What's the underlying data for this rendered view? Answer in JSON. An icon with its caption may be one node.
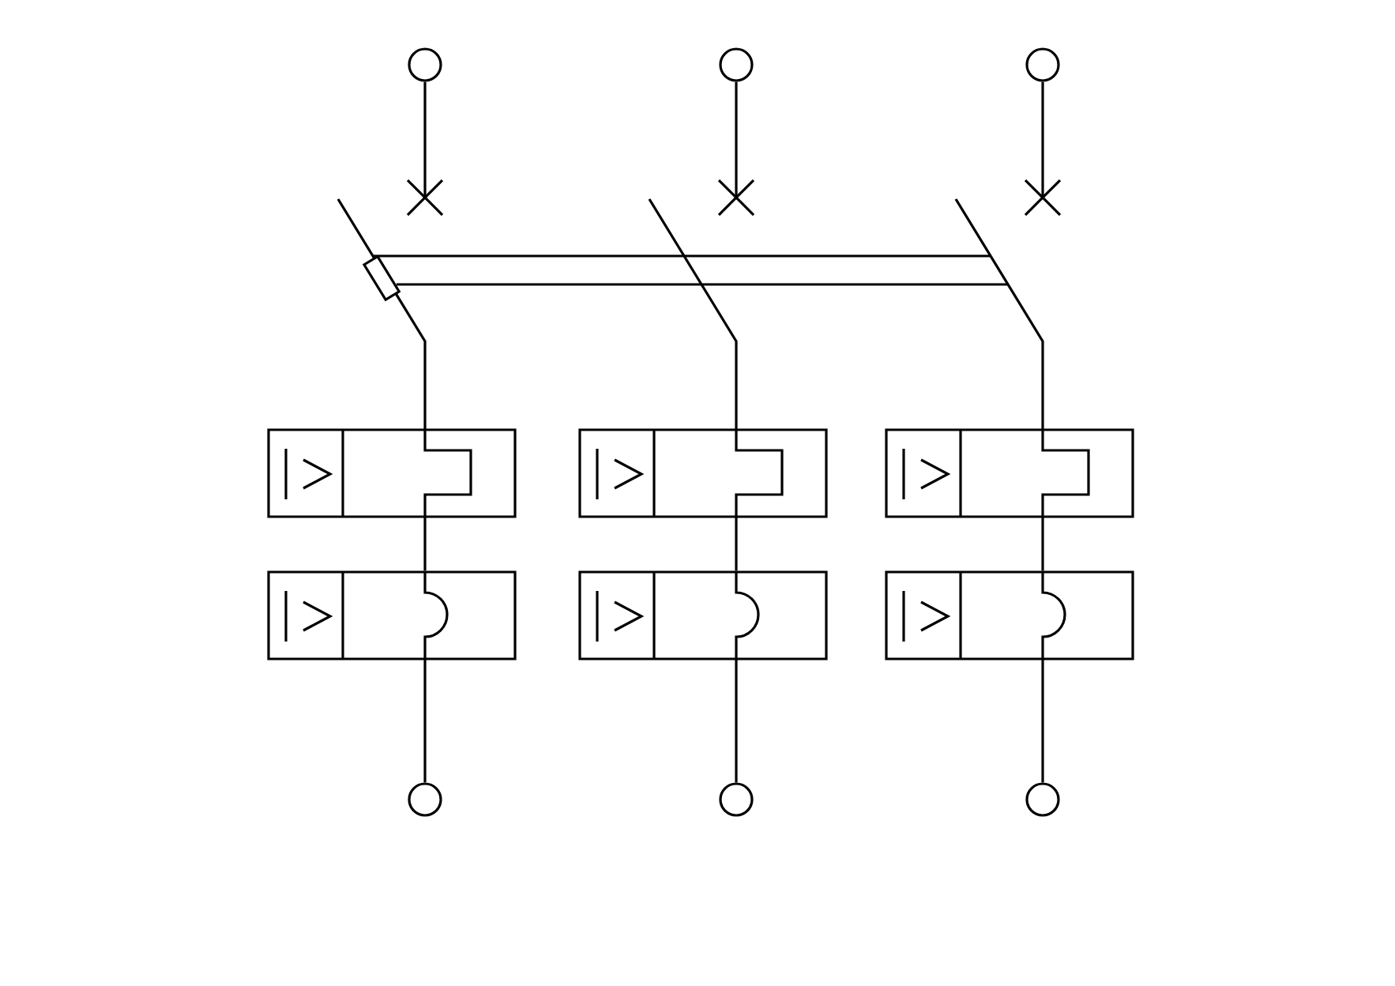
{
  "diagram": {
    "nodes": [
      {
        "text": [],
        "shape": "circle"
      },
      {
        "text": [],
        "shape": "circle"
      },
      {
        "text": [],
        "shape": "circle"
      },
      {
        "text": [],
        "shape": "cross"
      },
      {
        "text": [],
        "shape": "cross"
      },
      {
        "text": [],
        "shape": "cross"
      },
      {
        "text": [],
        "shape": "box"
      },
      {
        "text": [],
        "shape": "box"
      },
      {
        "text": [],
        "shape": "box"
      },
      {
        "text": [],
        "shape": "box"
      },
      {
        "text": [],
        "shape": "box"
      },
      {
        "text": [],
        "shape": "box"
      },
      {
        "text": [],
        "shape": "circle"
      },
      {
        "text": [],
        "shape": "circle"
      },
      {
        "text": [],
        "shape": "circle"
      }
    ],
    "edges": [
      {
        "from": 0,
        "to": 3,
        "arrow": "none"
      },
      {
        "from": 1,
        "to": 4,
        "arrow": "none"
      },
      {
        "from": 2,
        "to": 5,
        "arrow": "none"
      },
      {
        "from": null,
        "to": 6,
        "arrow": "none"
      },
      {
        "from": null,
        "to": 7,
        "arrow": "none"
      },
      {
        "from": null,
        "to": 8,
        "arrow": "none"
      },
      {
        "from": 6,
        "to": 9,
        "arrow": "none"
      },
      {
        "from": 7,
        "to": 10,
        "arrow": "none"
      },
      {
        "from": 8,
        "to": 11,
        "arrow": "none"
      },
      {
        "from": 9,
        "to": 12,
        "arrow": "none"
      },
      {
        "from": 10,
        "to": 13,
        "arrow": "none"
      },
      {
        "from": 11,
        "to": 14,
        "arrow": "none"
      }
    ]
  }
}
